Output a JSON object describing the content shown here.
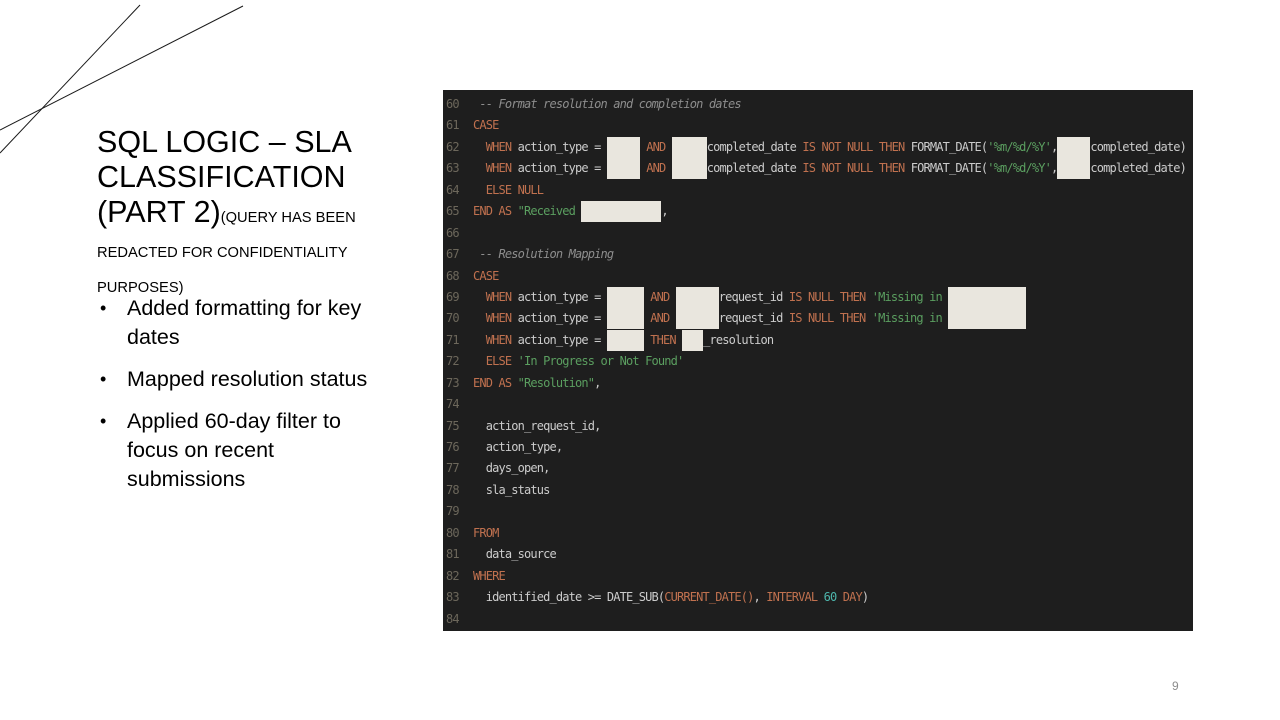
{
  "slide": {
    "title": "SQL LOGIC – SLA\nCLASSIFICATION\n(PART 2)",
    "title_note": "(QUERY HAS BEEN\nREDACTED FOR CONFIDENTIALITY\nPURPOSES)",
    "bullet_char": "•",
    "bullets": [
      "Added formatting for key\ndates",
      "Mapped resolution status",
      "Applied 60-day filter to\nfocus on recent\nsubmissions"
    ],
    "page_number": "9",
    "colors": {
      "background": "#ffffff",
      "text": "#000000",
      "page_number": "#8c8c8c",
      "line_art": "#1a1a1a"
    }
  },
  "code_panel": {
    "colors": {
      "panel_bg": "#1e1e1e",
      "line_number": "#6c675b",
      "keyword": "#c0714f",
      "identifier": "#cccccc",
      "comment": "#8d8d8d",
      "string": "#5b9f60",
      "number": "#4db6ac",
      "redaction": "#e9e6de"
    },
    "lines": [
      {
        "num": "60",
        "segments": [
          {
            "c": "com",
            "t": " -- Format resolution and completion dates"
          }
        ]
      },
      {
        "num": "61",
        "segments": [
          {
            "c": "kw",
            "t": "CASE"
          }
        ]
      },
      {
        "num": "62",
        "segments": [
          {
            "c": "id",
            "t": "  "
          },
          {
            "c": "kw",
            "t": "WHEN"
          },
          {
            "c": "id",
            "t": " action_type = "
          },
          {
            "r": 33
          },
          {
            "c": "id",
            "t": " "
          },
          {
            "c": "kw",
            "t": "AND"
          },
          {
            "c": "id",
            "t": " "
          },
          {
            "r": 35
          },
          {
            "c": "id",
            "t": "completed_date "
          },
          {
            "c": "kw",
            "t": "IS NOT NULL THEN"
          },
          {
            "c": "id",
            "t": " FORMAT_DATE("
          },
          {
            "c": "str",
            "t": "'%m/%d/%Y'"
          },
          {
            "c": "id",
            "t": ","
          },
          {
            "r": 33
          },
          {
            "c": "id",
            "t": "completed_date)"
          }
        ]
      },
      {
        "num": "63",
        "segments": [
          {
            "c": "id",
            "t": "  "
          },
          {
            "c": "kw",
            "t": "WHEN"
          },
          {
            "c": "id",
            "t": " action_type = "
          },
          {
            "r": 33
          },
          {
            "c": "id",
            "t": " "
          },
          {
            "c": "kw",
            "t": "AND"
          },
          {
            "c": "id",
            "t": " "
          },
          {
            "r": 35
          },
          {
            "c": "id",
            "t": "completed_date "
          },
          {
            "c": "kw",
            "t": "IS NOT NULL THEN"
          },
          {
            "c": "id",
            "t": " FORMAT_DATE("
          },
          {
            "c": "str",
            "t": "'%m/%d/%Y'"
          },
          {
            "c": "id",
            "t": ","
          },
          {
            "r": 33
          },
          {
            "c": "id",
            "t": "completed_date)"
          }
        ]
      },
      {
        "num": "64",
        "segments": [
          {
            "c": "id",
            "t": "  "
          },
          {
            "c": "kw",
            "t": "ELSE NULL"
          }
        ]
      },
      {
        "num": "65",
        "segments": [
          {
            "c": "kw",
            "t": "END AS"
          },
          {
            "c": "id",
            "t": " "
          },
          {
            "c": "str",
            "t": "\"Received "
          },
          {
            "r": 80
          },
          {
            "c": "id",
            "t": ","
          }
        ]
      },
      {
        "num": "66",
        "segments": []
      },
      {
        "num": "67",
        "segments": [
          {
            "c": "com",
            "t": " -- Resolution Mapping"
          }
        ]
      },
      {
        "num": "68",
        "segments": [
          {
            "c": "kw",
            "t": "CASE"
          }
        ]
      },
      {
        "num": "69",
        "segments": [
          {
            "c": "id",
            "t": "  "
          },
          {
            "c": "kw",
            "t": "WHEN"
          },
          {
            "c": "id",
            "t": " action_type = "
          },
          {
            "r": 37
          },
          {
            "c": "id",
            "t": " "
          },
          {
            "c": "kw",
            "t": "AND"
          },
          {
            "c": "id",
            "t": " "
          },
          {
            "r": 43
          },
          {
            "c": "id",
            "t": "request_id "
          },
          {
            "c": "kw",
            "t": "IS NULL THEN"
          },
          {
            "c": "id",
            "t": " "
          },
          {
            "c": "str",
            "t": "'Missing in "
          },
          {
            "r": 78
          }
        ]
      },
      {
        "num": "70",
        "segments": [
          {
            "c": "id",
            "t": "  "
          },
          {
            "c": "kw",
            "t": "WHEN"
          },
          {
            "c": "id",
            "t": " action_type = "
          },
          {
            "r": 37
          },
          {
            "c": "id",
            "t": " "
          },
          {
            "c": "kw",
            "t": "AND"
          },
          {
            "c": "id",
            "t": " "
          },
          {
            "r": 43
          },
          {
            "c": "id",
            "t": "request_id "
          },
          {
            "c": "kw",
            "t": "IS NULL THEN"
          },
          {
            "c": "id",
            "t": " "
          },
          {
            "c": "str",
            "t": "'Missing in "
          },
          {
            "r": 78
          }
        ]
      },
      {
        "num": "71",
        "segments": [
          {
            "c": "id",
            "t": "  "
          },
          {
            "c": "kw",
            "t": "WHEN"
          },
          {
            "c": "id",
            "t": " action_type = "
          },
          {
            "r": 37
          },
          {
            "c": "id",
            "t": " "
          },
          {
            "c": "kw",
            "t": "THEN"
          },
          {
            "c": "id",
            "t": " "
          },
          {
            "r": 21
          },
          {
            "c": "id",
            "t": "_resolution"
          }
        ]
      },
      {
        "num": "72",
        "segments": [
          {
            "c": "id",
            "t": "  "
          },
          {
            "c": "kw",
            "t": "ELSE"
          },
          {
            "c": "id",
            "t": " "
          },
          {
            "c": "str",
            "t": "'In Progress or Not Found'"
          }
        ]
      },
      {
        "num": "73",
        "segments": [
          {
            "c": "kw",
            "t": "END AS"
          },
          {
            "c": "id",
            "t": " "
          },
          {
            "c": "str",
            "t": "\"Resolution\""
          },
          {
            "c": "id",
            "t": ","
          }
        ]
      },
      {
        "num": "74",
        "segments": []
      },
      {
        "num": "75",
        "segments": [
          {
            "c": "id",
            "t": "  action_request_id,"
          }
        ]
      },
      {
        "num": "76",
        "segments": [
          {
            "c": "id",
            "t": "  action_type,"
          }
        ]
      },
      {
        "num": "77",
        "segments": [
          {
            "c": "id",
            "t": "  days_open,"
          }
        ]
      },
      {
        "num": "78",
        "segments": [
          {
            "c": "id",
            "t": "  sla_status"
          }
        ]
      },
      {
        "num": "79",
        "segments": []
      },
      {
        "num": "80",
        "segments": [
          {
            "c": "kw",
            "t": "FROM"
          }
        ]
      },
      {
        "num": "81",
        "segments": [
          {
            "c": "id",
            "t": "  data_source"
          }
        ]
      },
      {
        "num": "82",
        "segments": [
          {
            "c": "kw",
            "t": "WHERE"
          }
        ]
      },
      {
        "num": "83",
        "segments": [
          {
            "c": "id",
            "t": "  identified_date >= DATE_SUB("
          },
          {
            "c": "kw",
            "t": "CURRENT_DATE()"
          },
          {
            "c": "id",
            "t": ", "
          },
          {
            "c": "kw",
            "t": "INTERVAL"
          },
          {
            "c": "id",
            "t": " "
          },
          {
            "c": "num",
            "t": "60"
          },
          {
            "c": "id",
            "t": " "
          },
          {
            "c": "kw",
            "t": "DAY"
          },
          {
            "c": "id",
            "t": ")"
          }
        ]
      },
      {
        "num": "84",
        "segments": []
      }
    ]
  }
}
